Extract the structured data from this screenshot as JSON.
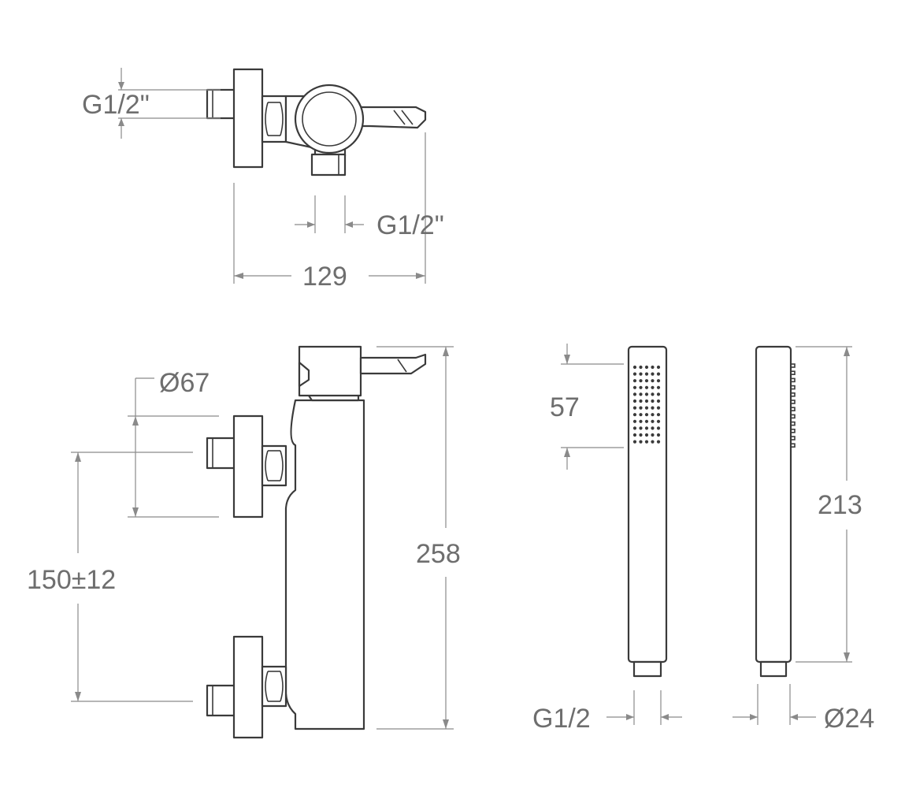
{
  "diagram": {
    "stroke_color": "#3a3a3a",
    "dimension_color": "#8a8a8a",
    "label_color": "#6e6e6e",
    "labels": {
      "top_inlet_thread": "G1/2\"",
      "top_outlet_thread": "G1/2\"",
      "top_depth": "129",
      "flange_diameter": "Ø67",
      "inlet_spacing": "150±12",
      "total_height": "258",
      "spray_face_length": "57",
      "hand_shower_length": "213",
      "hand_shower_thread": "G1/2",
      "hand_shower_diameter": "Ø24"
    }
  }
}
